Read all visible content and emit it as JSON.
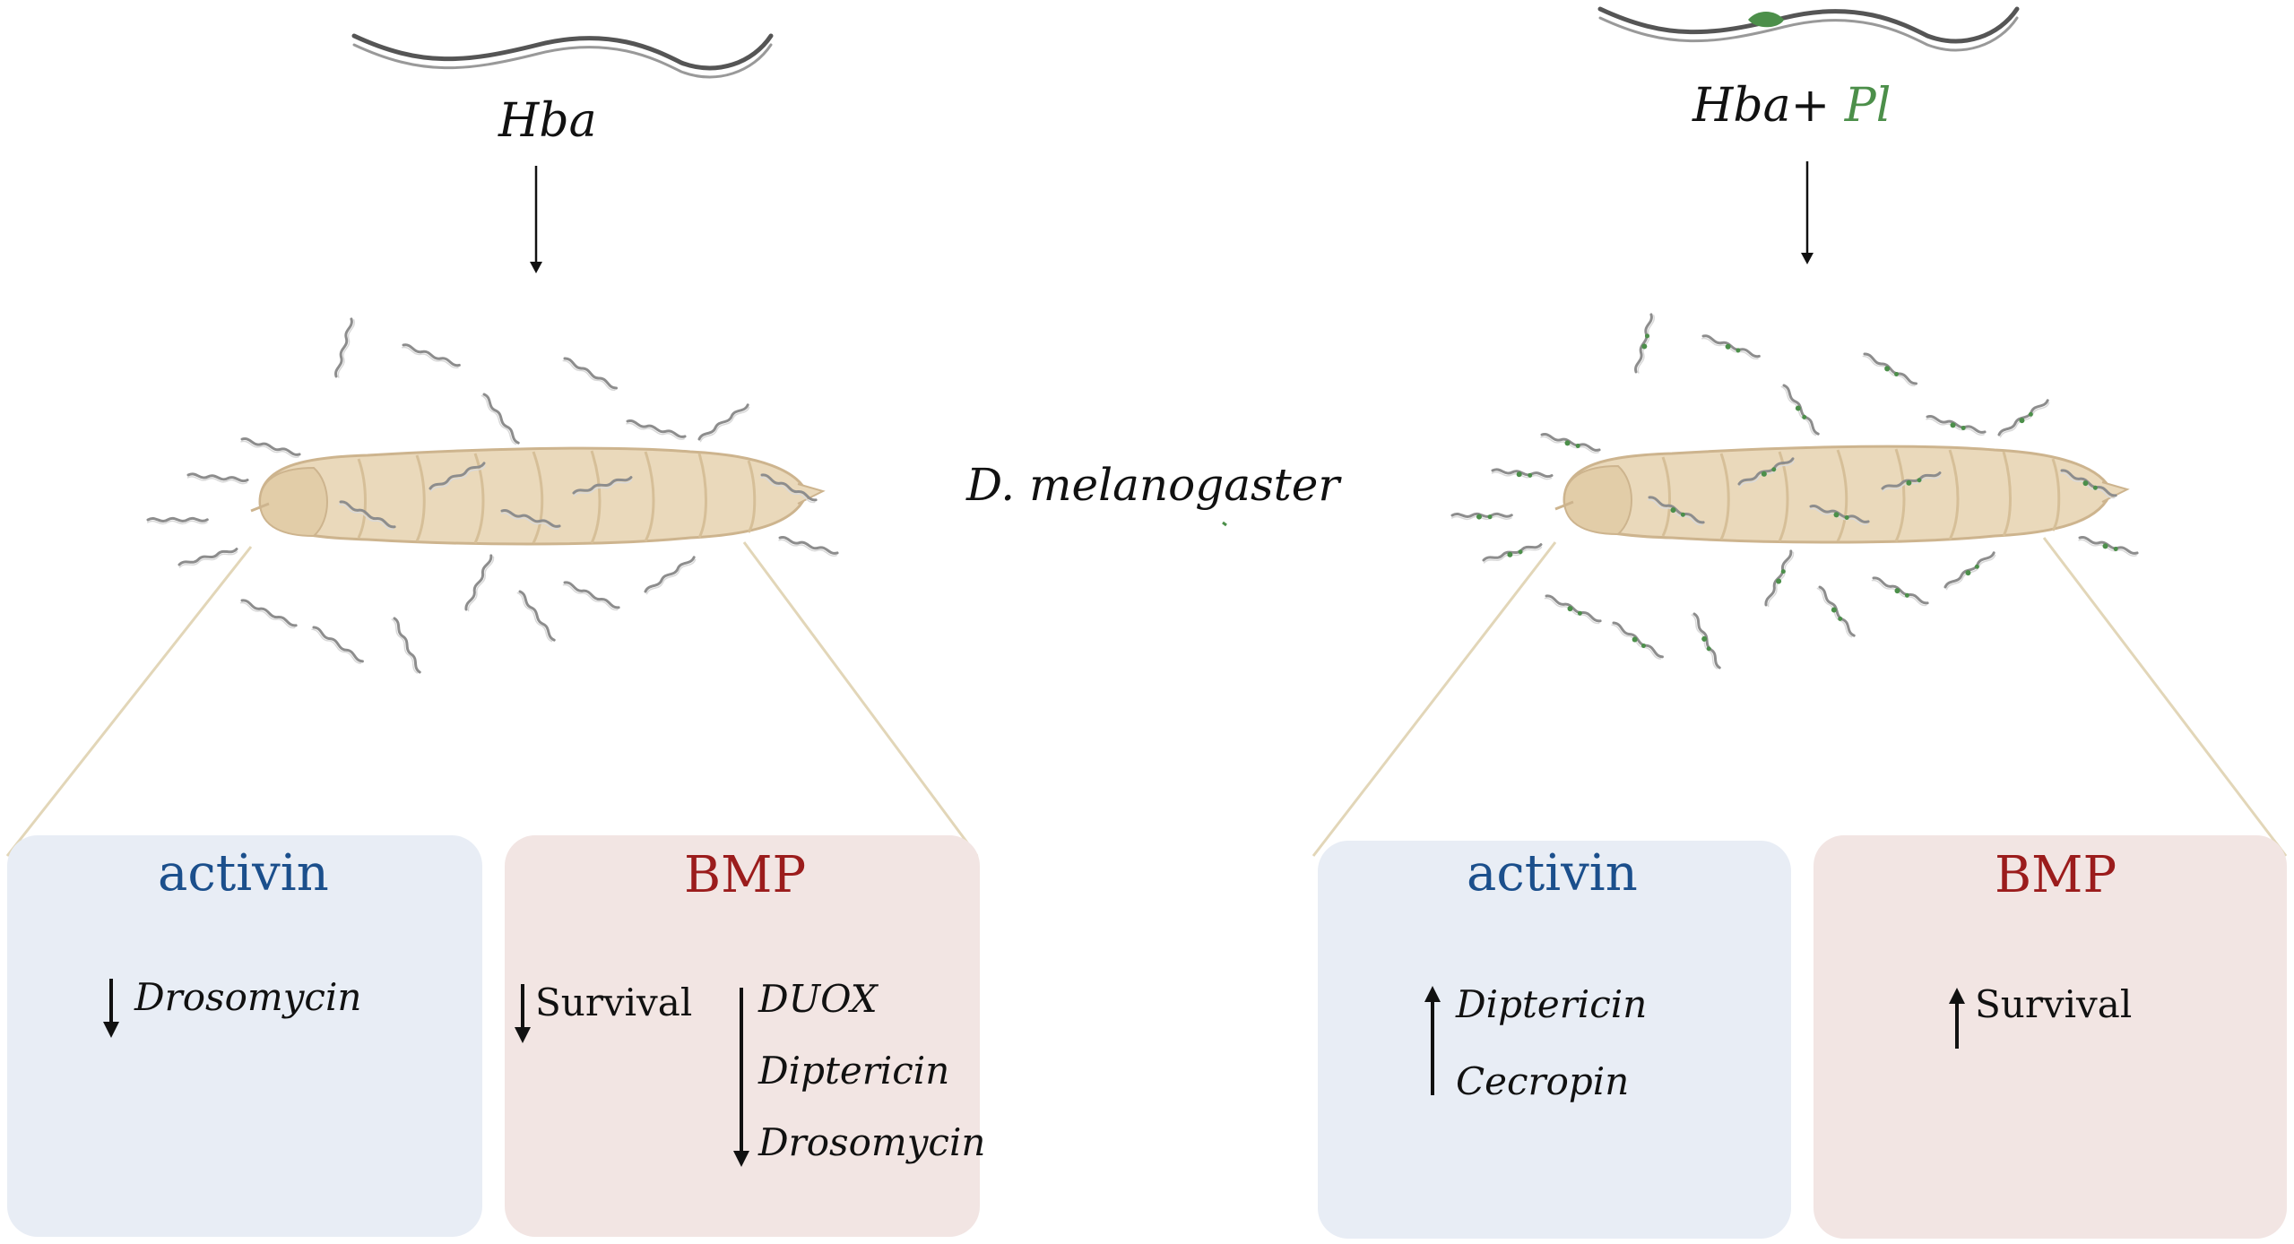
{
  "left": {
    "pathogen_label": "Hba",
    "activin": {
      "title": "activin",
      "down_genes": [
        "Drosomycin"
      ]
    },
    "bmp": {
      "title": "BMP",
      "down_survival": "Survival",
      "down_genes": [
        "DUOX",
        "Diptericin",
        "Drosomycin"
      ]
    }
  },
  "center": {
    "host_label": "D. melanogaster"
  },
  "right": {
    "pathogen_label_a": "Hba",
    "plus": "+",
    "pathogen_label_b": "Pl",
    "activin": {
      "title": "activin",
      "up_genes": [
        "Diptericin",
        "Cecropin"
      ]
    },
    "bmp": {
      "title": "BMP",
      "up_survival": "Survival"
    }
  },
  "colors": {
    "activin_title": "#1b4f8c",
    "bmp_title": "#9b1c1c",
    "activin_box": "#e8edf5",
    "bmp_box": "#f2e5e3",
    "larva_body": "#ead9bb",
    "symbiont_green": "#4c8f4a"
  }
}
